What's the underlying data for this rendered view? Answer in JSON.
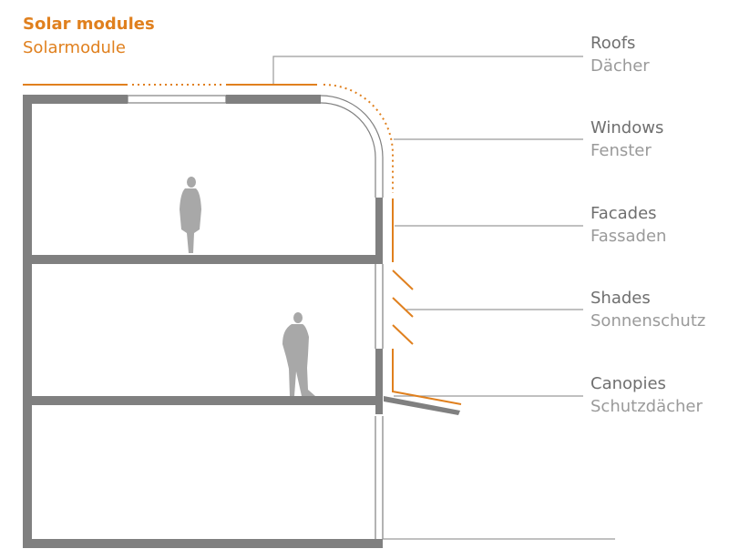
{
  "title": {
    "en": "Solar modules",
    "de": "Solarmodule"
  },
  "labels": [
    {
      "id": "roofs",
      "en": "Roofs",
      "de": "Dächer"
    },
    {
      "id": "windows",
      "en": "Windows",
      "de": "Fenster"
    },
    {
      "id": "facades",
      "en": "Facades",
      "de": "Fassaden"
    },
    {
      "id": "shades",
      "en": "Shades",
      "de": "Sonnenschutz"
    },
    {
      "id": "canopies",
      "en": "Canopies",
      "de": "Schutzdächer"
    }
  ],
  "colors": {
    "accent": "#e0801e",
    "structure": "#808080",
    "leader": "#9a9a9a",
    "person": "#a8a8a8"
  }
}
